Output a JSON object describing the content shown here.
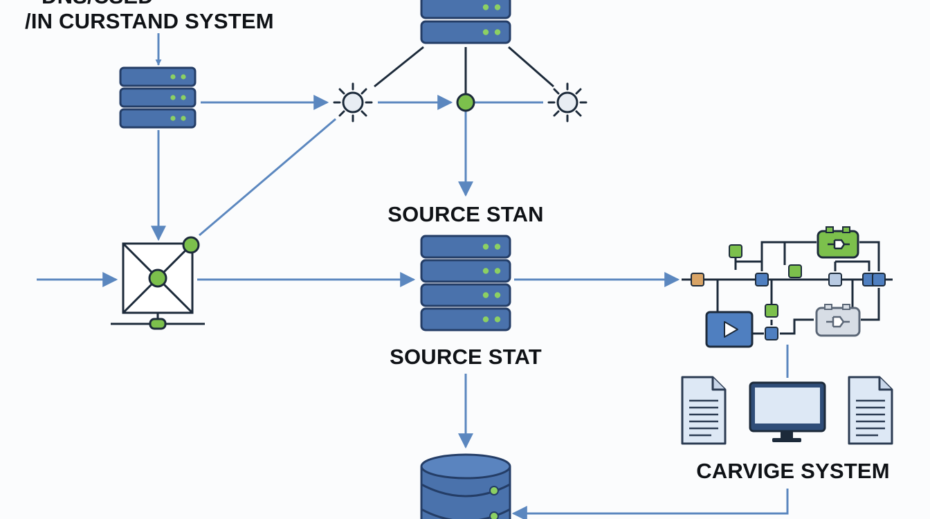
{
  "labels": {
    "top_left_line1": "DNS/CSED",
    "top_left_line2": "/IN CURSTAND SYSTEM",
    "source_stan": "SOURCE STAN",
    "source_stat": "SOURCE STAT",
    "carvige_system": "CARVIGE SYSTEM"
  },
  "icons": {
    "server": "server-rack-icon",
    "hub": "network-hub-icon",
    "node": "connector-node-icon",
    "sun": "sun-node-icon",
    "circuit": "circuit-board-icon",
    "video": "play-video-icon",
    "document": "document-icon",
    "monitor": "monitor-icon",
    "database": "database-icon"
  },
  "colors": {
    "line": "#5b87bf",
    "server_fill": "#4a72ac",
    "server_stroke": "#243d66",
    "node_green": "#7cc04c",
    "node_blue": "#4f7fc0",
    "node_orange": "#d9a466",
    "text": "#0f1216"
  }
}
